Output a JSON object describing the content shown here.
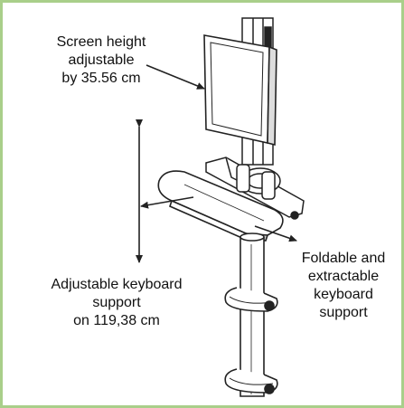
{
  "labels": {
    "screen_height": [
      "Screen height",
      "adjustable",
      "by 35.56 cm"
    ],
    "keyboard_support": [
      "Adjustable keyboard",
      "support",
      "on 119,38 cm"
    ],
    "foldable": [
      "Foldable and",
      "extractable",
      "keyboard",
      "support"
    ]
  },
  "colors": {
    "frame_border": "#a9cf8a",
    "line": "#222222",
    "fill": "#ffffff"
  }
}
